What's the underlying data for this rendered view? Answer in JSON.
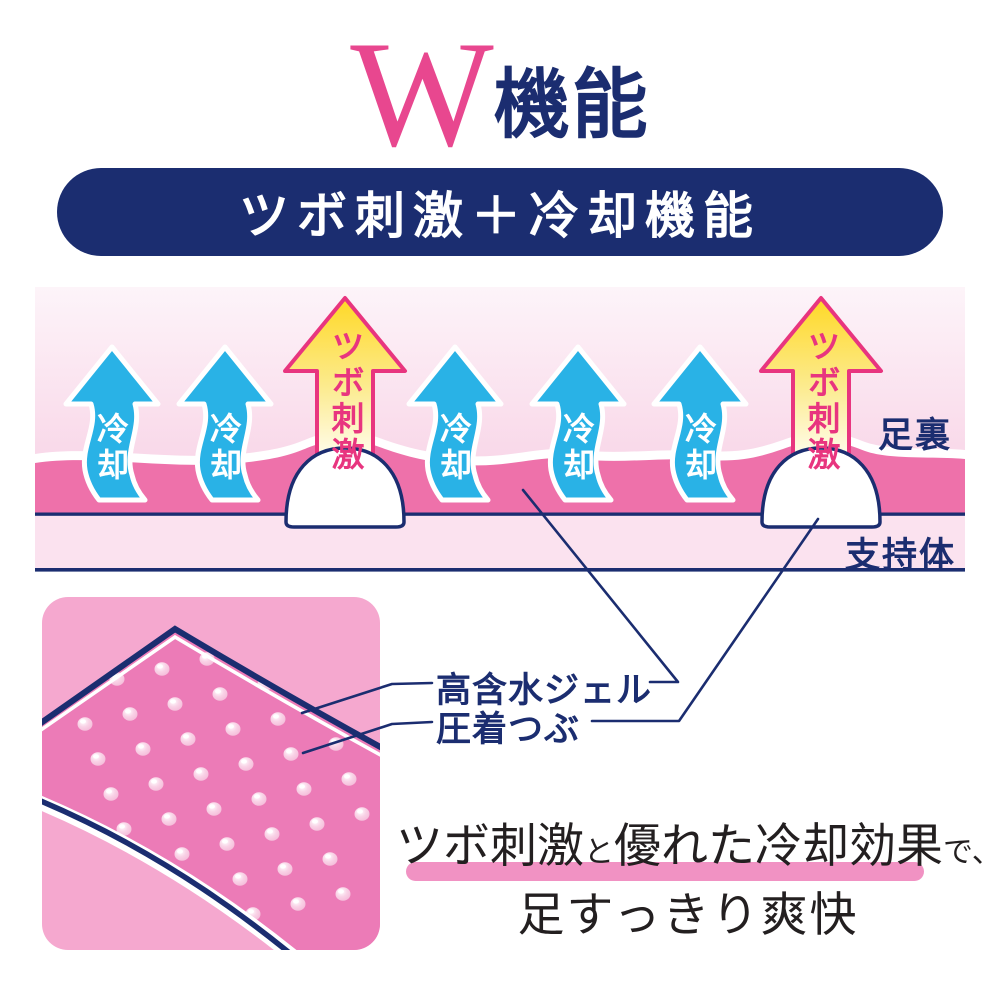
{
  "title": {
    "accent": "W",
    "text": "機能"
  },
  "banner": {
    "text": "ツボ刺激＋冷却機能"
  },
  "diagram": {
    "cooling_arrows": [
      "冷却",
      "冷却",
      "冷却",
      "冷却",
      "冷却"
    ],
    "tsubo_arrows": [
      "ツボ刺激",
      "ツボ刺激"
    ],
    "label_sole": "足裏",
    "label_support": "支持体"
  },
  "callouts": {
    "gel_label": "高含水ジェル",
    "bump_label": "圧着つぶ"
  },
  "footer": {
    "highlight_1": "ツボ刺激",
    "plain_1": "と",
    "highlight_2": "優れた冷却効果",
    "plain_2": "で、",
    "line2": "足すっきり爽快"
  },
  "colors": {
    "accent_pink": "#e8478f",
    "navy": "#1b2d70",
    "arrow_blue": "#29b2e6",
    "tsubo_pink": "#e8357f",
    "gel_pink": "#ee71aa",
    "sheet_pink": "#ec7bb7",
    "panel_pink": "#f5a8cf",
    "highlight_pink": "#f192c3"
  }
}
